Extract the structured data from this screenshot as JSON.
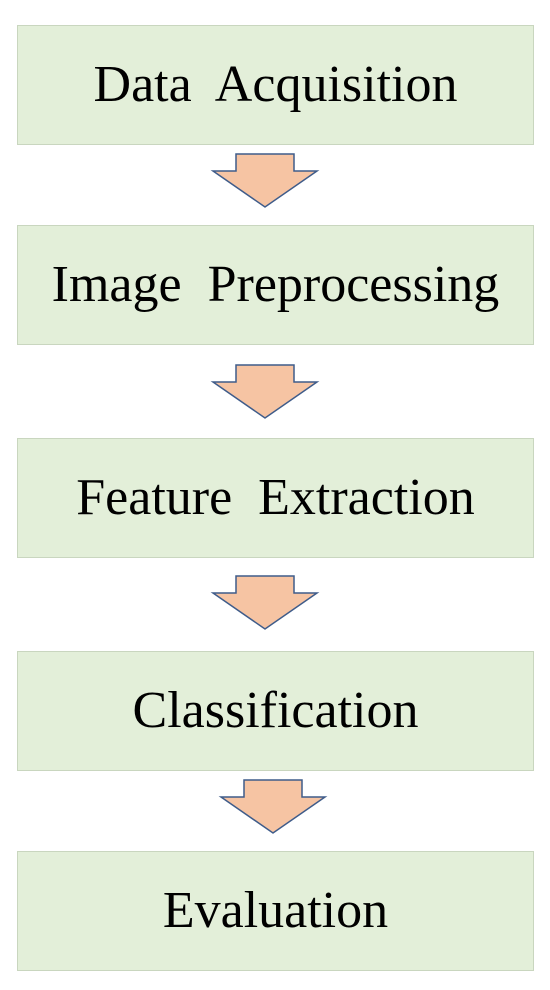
{
  "steps": [
    {
      "label": "Data  Acquisition"
    },
    {
      "label": "Image  Preprocessing"
    },
    {
      "label": "Feature  Extraction"
    },
    {
      "label": "Classification"
    },
    {
      "label": "Evaluation"
    }
  ],
  "colors": {
    "box_fill": "#e3efd9",
    "box_border": "#c9d6bf",
    "arrow_fill": "#f6c4a3",
    "arrow_stroke": "#3f5c8a"
  },
  "arrow_icon": "down-arrow-icon"
}
